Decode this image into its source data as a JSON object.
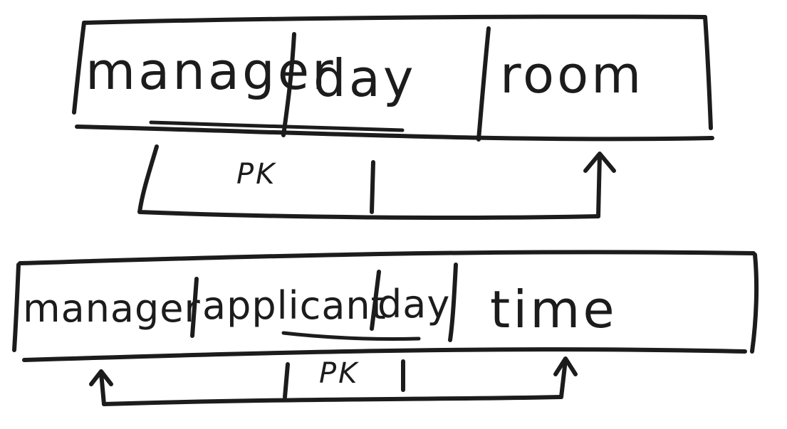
{
  "relation_top": {
    "columns": [
      "manager",
      "day",
      "room"
    ],
    "key_label": "PK"
  },
  "relation_bottom": {
    "columns": [
      "manager",
      "applicant",
      "day",
      "time"
    ],
    "key_label": "PK"
  },
  "colors": {
    "ink": "#1c1c1c",
    "background": "#ffffff"
  }
}
